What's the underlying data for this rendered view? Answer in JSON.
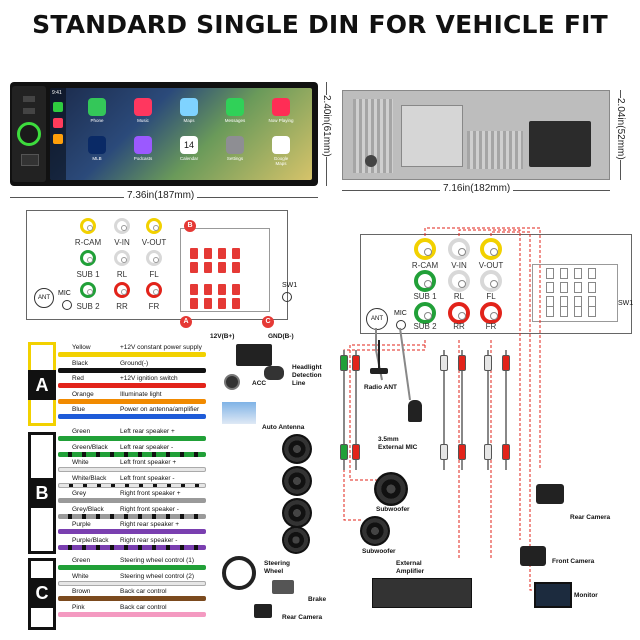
{
  "title": "STANDARD SINGLE DIN FOR VEHICLE FIT",
  "front": {
    "width_label": "7.36in(187mm)",
    "height_label": "2.40in(61mm)",
    "time": "9:41",
    "apps_top": [
      "Phone",
      "Music",
      "Maps",
      "Messages",
      "Now Playing"
    ],
    "apps_bottom": [
      "MLB",
      "Podcasts",
      "Calendar",
      "Settings",
      "Google Maps"
    ],
    "calendar_day": "14"
  },
  "back": {
    "width_label": "7.16in(182mm)",
    "height_label": "2.04in(52mm)"
  },
  "jacks": {
    "rcam": "R-CAM",
    "vin": "V-IN",
    "vout": "V-OUT",
    "sub1": "SUB 1",
    "rl": "RL",
    "fl": "FL",
    "sub2": "SUB 2",
    "rr": "RR",
    "fr": "FR",
    "ant": "ANT",
    "mic": "MIC",
    "sw1": "SW1"
  },
  "connectors": {
    "a": "A",
    "b": "B",
    "c": "C"
  },
  "groups": {
    "a": {
      "label": "A",
      "wires": [
        {
          "color_name": "Yellow",
          "desc": "+12V constant power supply",
          "hex": "#f2d100"
        },
        {
          "color_name": "Black",
          "desc": "Ground(-)",
          "hex": "#111111"
        },
        {
          "color_name": "Red",
          "desc": "+12V ignition switch",
          "hex": "#e2231a"
        },
        {
          "color_name": "Orange",
          "desc": "Illuminate light",
          "hex": "#f18a00"
        },
        {
          "color_name": "Blue",
          "desc": "Power on antenna/amplifier",
          "hex": "#1e5bd8"
        }
      ]
    },
    "b": {
      "label": "B",
      "wires": [
        {
          "color_name": "Green",
          "desc": "Left rear speaker +",
          "hex": "#21a038"
        },
        {
          "color_name": "Green/Black",
          "desc": "Left rear speaker -",
          "hex": "#21a038"
        },
        {
          "color_name": "White",
          "desc": "Left front speaker +",
          "hex": "#e6e6e6"
        },
        {
          "color_name": "White/Black",
          "desc": "Left front speaker -",
          "hex": "#e6e6e6"
        },
        {
          "color_name": "Grey",
          "desc": "Right front speaker +",
          "hex": "#9a9a9a"
        },
        {
          "color_name": "Grey/Black",
          "desc": "Right front speaker -",
          "hex": "#9a9a9a"
        },
        {
          "color_name": "Purple",
          "desc": "Right rear speaker +",
          "hex": "#7a3fb0"
        },
        {
          "color_name": "Purple/Black",
          "desc": "Right rear speaker -",
          "hex": "#7a3fb0"
        }
      ]
    },
    "c": {
      "label": "C",
      "wires": [
        {
          "color_name": "Green",
          "desc": "Steering wheel control (1)",
          "hex": "#21a038"
        },
        {
          "color_name": "White",
          "desc": "Steering wheel control (2)",
          "hex": "#e6e6e6"
        },
        {
          "color_name": "Brown",
          "desc": "Back car control",
          "hex": "#7b4a1e"
        },
        {
          "color_name": "Pink",
          "desc": "Back car control",
          "hex": "#f49ac1"
        }
      ]
    }
  },
  "captions": {
    "battery_pos": "12V(B+)",
    "gnd": "GND(B-)",
    "acc": "ACC",
    "headlight": "Headlight Detection Line",
    "auto_antenna": "Auto Antenna",
    "steering": "Steering Wheel",
    "brake": "Brake",
    "rear_camera_left": "Rear Camera",
    "radio_ant": "Radio ANT",
    "ext_mic": "3.5mm External MIC",
    "subwoofer1": "Subwoofer",
    "subwoofer2": "Subwoofer",
    "ext_amp": "External Amplifier",
    "rear_camera_right": "Rear Camera",
    "front_camera": "Front Camera",
    "monitor": "Monitor"
  },
  "colors": {
    "yellow_jack": "#f2d100",
    "white_jack": "#d8d8d8",
    "red_jack": "#e2231a",
    "green_jack": "#21a038",
    "dash_red": "#e2231a"
  }
}
